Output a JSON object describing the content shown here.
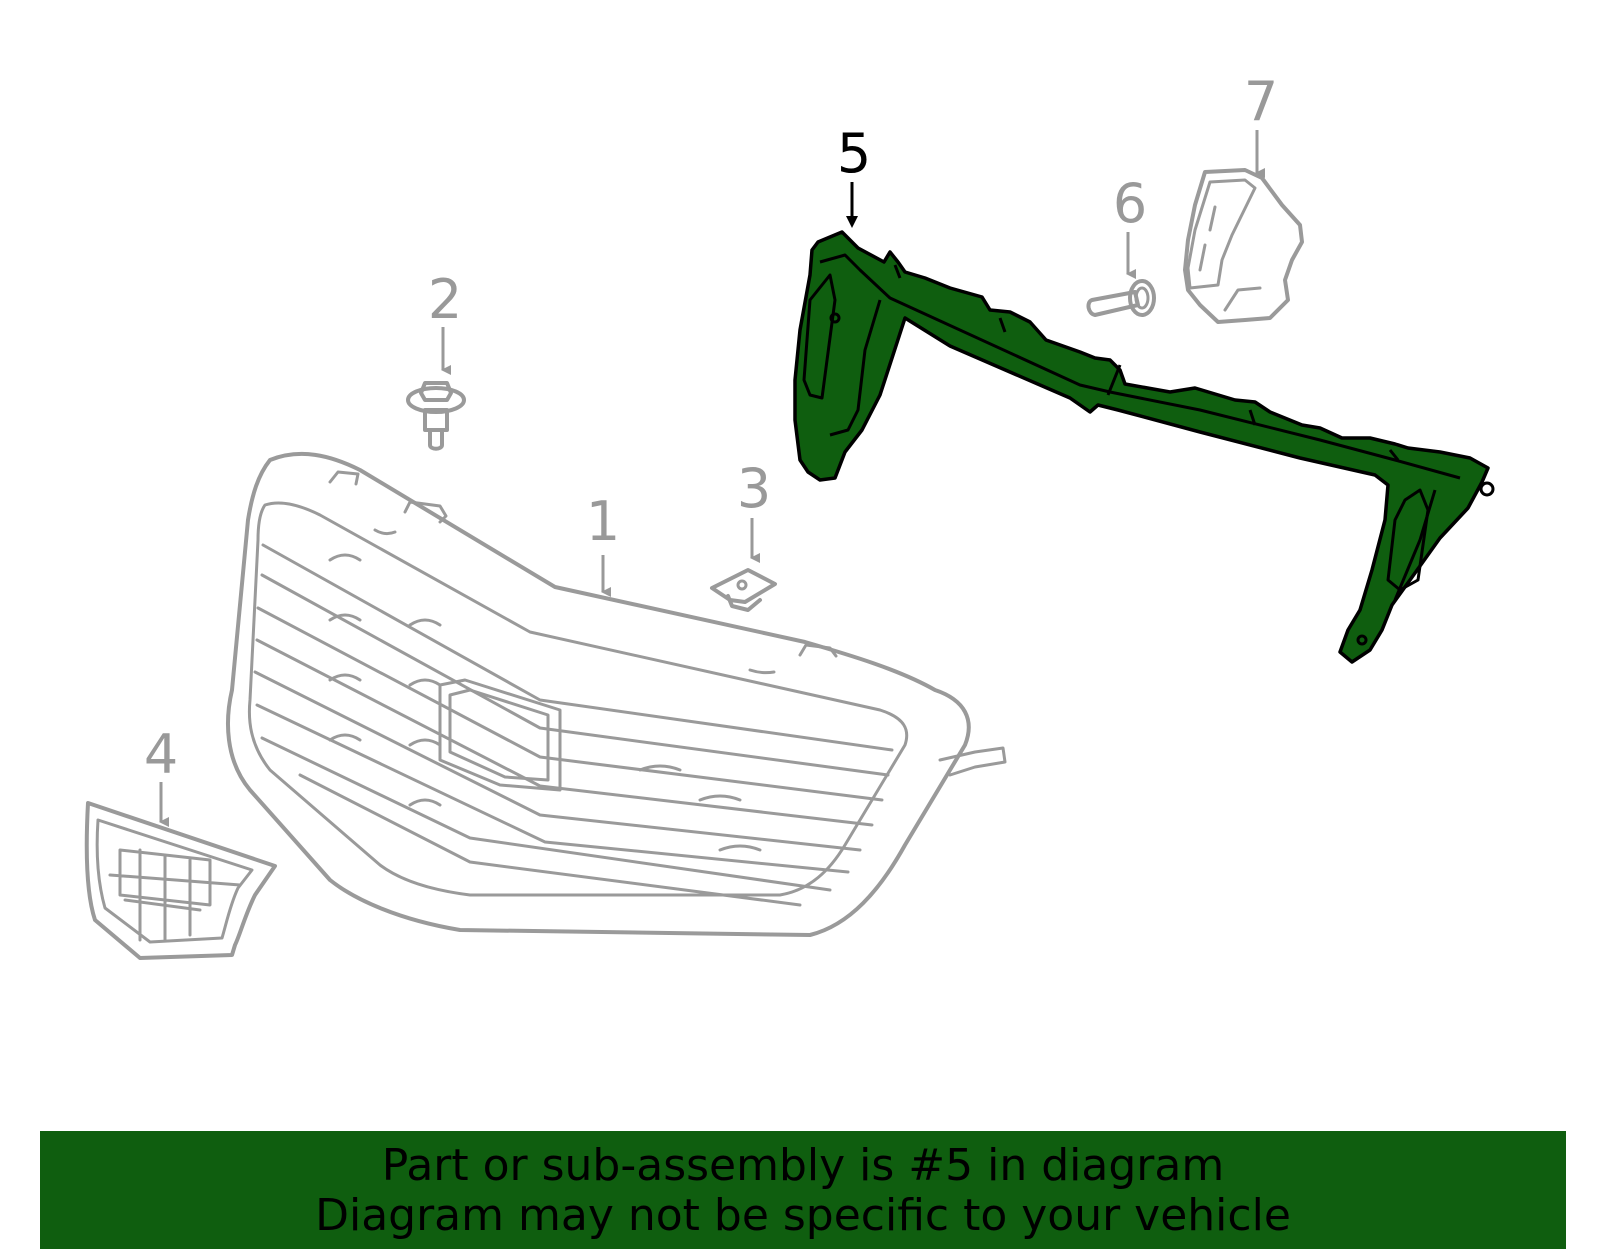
{
  "callouts": [
    {
      "label": "1",
      "highlighted": false
    },
    {
      "label": "2",
      "highlighted": false
    },
    {
      "label": "3",
      "highlighted": false
    },
    {
      "label": "4",
      "highlighted": false
    },
    {
      "label": "5",
      "highlighted": true
    },
    {
      "label": "6",
      "highlighted": false
    },
    {
      "label": "7",
      "highlighted": false
    }
  ],
  "banner": {
    "line1": "Part or sub-assembly is #5 in diagram",
    "line2": "Diagram may not be specific to your vehicle"
  },
  "colors": {
    "highlight": "#0f5e0f",
    "outline": "#9a9a9a",
    "highlight_stroke": "#000000"
  }
}
